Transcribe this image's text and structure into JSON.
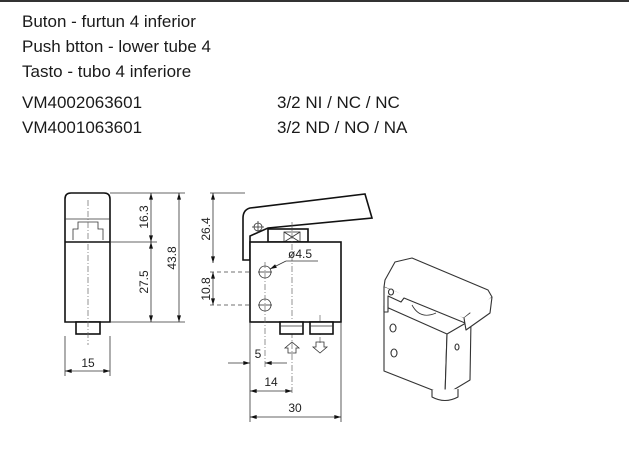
{
  "title_lines": [
    "Buton - furtun 4 inferior",
    "Push btton - lower tube 4",
    "Tasto - tubo 4 inferiore"
  ],
  "variants": [
    {
      "code": "VM4002063601",
      "function": "3/2 NI /   NC / NC"
    },
    {
      "code": "VM4001063601",
      "function": "3/2 ND / NO / NA"
    }
  ],
  "dimensions": {
    "side_top": "16.3",
    "side_bottom": "27.5",
    "side_total": "43.8",
    "side_width": "15",
    "front_top": "26.4",
    "front_hole_pitch": "10.8",
    "hole_diameter": "ø4.5",
    "hole_offset": "5",
    "port_offset": "14",
    "front_width": "30"
  }
}
